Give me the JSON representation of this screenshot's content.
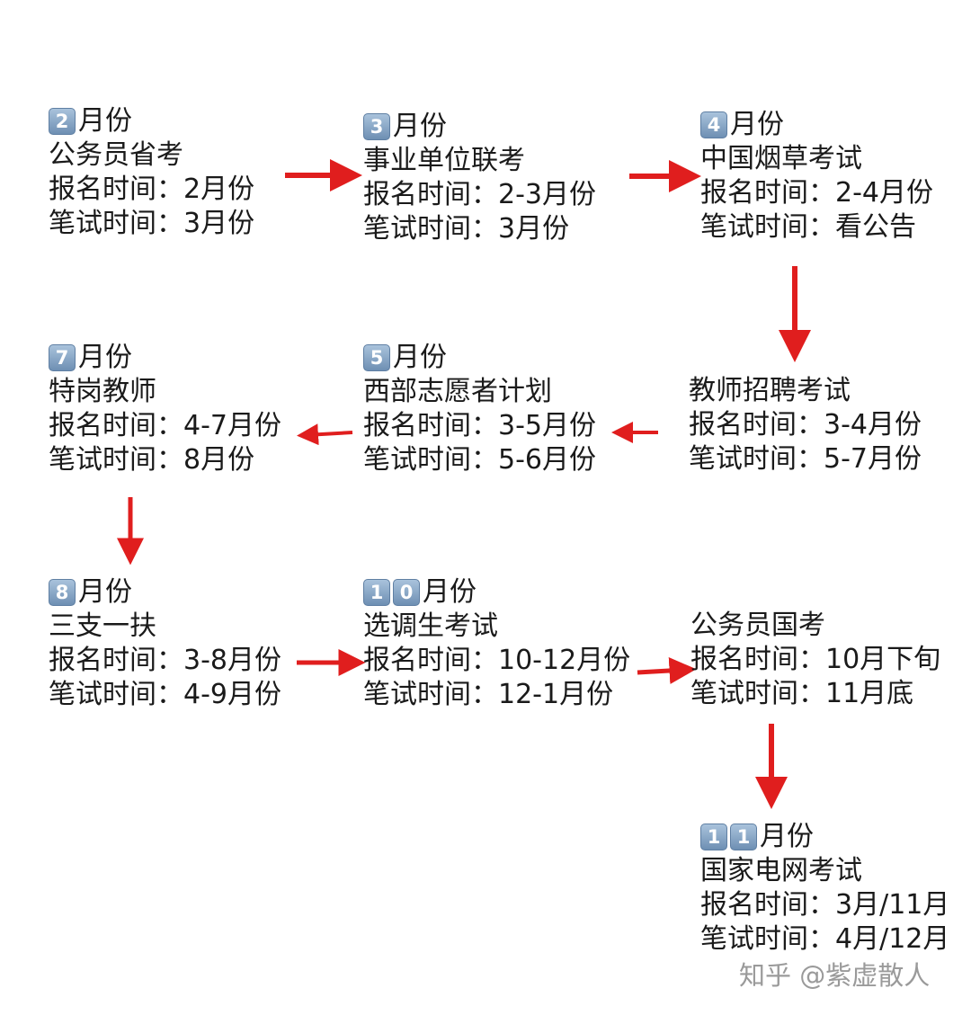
{
  "colors": {
    "arrow": "#e01e1e",
    "keycap": "#7b9cc2"
  },
  "nodes": {
    "feb": {
      "keycaps": [
        "2"
      ],
      "month": "月份",
      "title": "公务员省考",
      "signup": "报名时间：2月份",
      "exam": "笔试时间：3月份"
    },
    "mar": {
      "keycaps": [
        "3"
      ],
      "month": "月份",
      "title": "事业单位联考",
      "signup": "报名时间：2-3月份",
      "exam": "笔试时间：3月份"
    },
    "apr": {
      "keycaps": [
        "4"
      ],
      "month": "月份",
      "title": "中国烟草考试",
      "signup": "报名时间：2-4月份",
      "exam": "笔试时间：看公告"
    },
    "teacher": {
      "title": "教师招聘考试",
      "signup": "报名时间：3-4月份",
      "exam": "笔试时间：5-7月份"
    },
    "may": {
      "keycaps": [
        "5"
      ],
      "month": "月份",
      "title": "西部志愿者计划",
      "signup": "报名时间：3-5月份",
      "exam": "笔试时间：5-6月份"
    },
    "jul": {
      "keycaps": [
        "7"
      ],
      "month": "月份",
      "title": "特岗教师",
      "signup": "报名时间：4-7月份",
      "exam": "笔试时间：8月份"
    },
    "aug": {
      "keycaps": [
        "8"
      ],
      "month": "月份",
      "title": "三支一扶",
      "signup": "报名时间：3-8月份",
      "exam": "笔试时间：4-9月份"
    },
    "oct": {
      "keycaps": [
        "1",
        "0"
      ],
      "month": "月份",
      "title": "选调生考试",
      "signup": "报名时间：10-12月份",
      "exam": "笔试时间：12-1月份"
    },
    "national": {
      "title": "公务员国考",
      "signup": "报名时间：10月下旬",
      "exam": "笔试时间：11月底"
    },
    "nov": {
      "keycaps": [
        "1",
        "1"
      ],
      "month": "月份",
      "title": "国家电网考试",
      "signup": "报名时间：3月/11月",
      "exam": "笔试时间：4月/12月"
    }
  },
  "watermark": "知乎 @紫虚散人"
}
